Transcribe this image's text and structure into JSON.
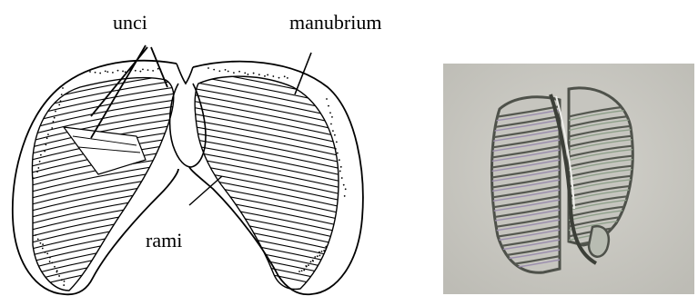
{
  "figure": {
    "labels": {
      "unci": "unci",
      "manubrium": "manubrium",
      "rami": "rami"
    },
    "colors": {
      "ink": "#000000",
      "photo_background": "#c9c8c2",
      "photo_outline": "#555850",
      "photo_highlight": "#eeeeea",
      "photo_purple": "#9c8fae",
      "photo_green": "#8fa08a"
    }
  }
}
